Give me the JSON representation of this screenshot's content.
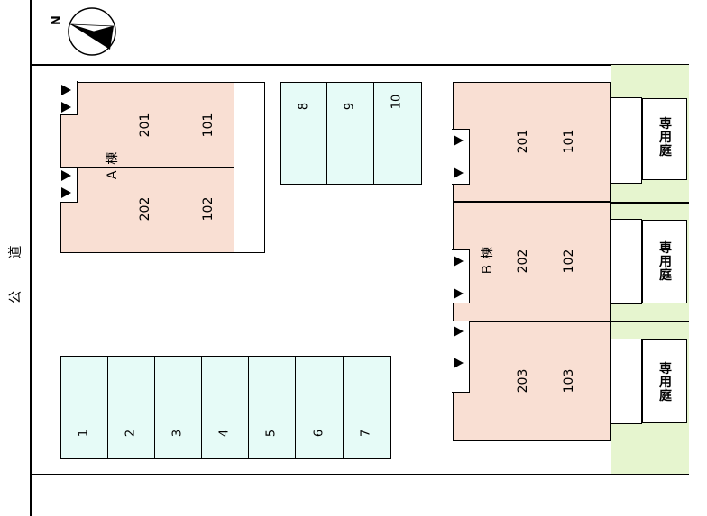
{
  "compass": {
    "north_label": "N"
  },
  "road": {
    "label_1": "公",
    "label_2": "道"
  },
  "buildings": {
    "a": {
      "label": "Ａ 棟",
      "units": [
        "201",
        "101",
        "202",
        "102"
      ]
    },
    "b": {
      "label": "Ｂ 棟",
      "units": [
        "201",
        "101",
        "202",
        "102",
        "203",
        "103"
      ]
    }
  },
  "parking": {
    "bottom_row": [
      "1",
      "2",
      "3",
      "4",
      "5",
      "6",
      "7"
    ],
    "top_row": [
      "8",
      "9",
      "10"
    ]
  },
  "private_garden": {
    "label": "専用庭",
    "count": 3
  },
  "colors": {
    "building": "#f9dfd3",
    "parking": "#e6fbf7",
    "garden": "#e6f5cf",
    "line": "#000000"
  }
}
